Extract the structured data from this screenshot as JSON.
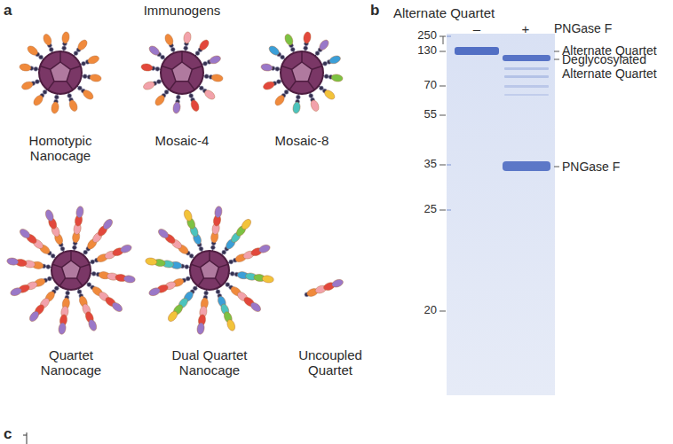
{
  "diagram": {
    "labels": [
      "a",
      "Immunogens",
      "Homotypic Nanocage",
      "Mosaic-4",
      "Mosaic-8",
      "Quartet Nanocage",
      "Dual Quartet Nanocage",
      "Uncoupled Quartet",
      "b",
      "Alternate Quartet",
      "–",
      "+",
      "PNGase F",
      "250",
      "130",
      "70",
      "55",
      "35",
      "25",
      "20",
      "Alternate Quartet",
      "Deglycosylated Alternate Quartet",
      "PNGase F",
      "c"
    ]
  }
}
